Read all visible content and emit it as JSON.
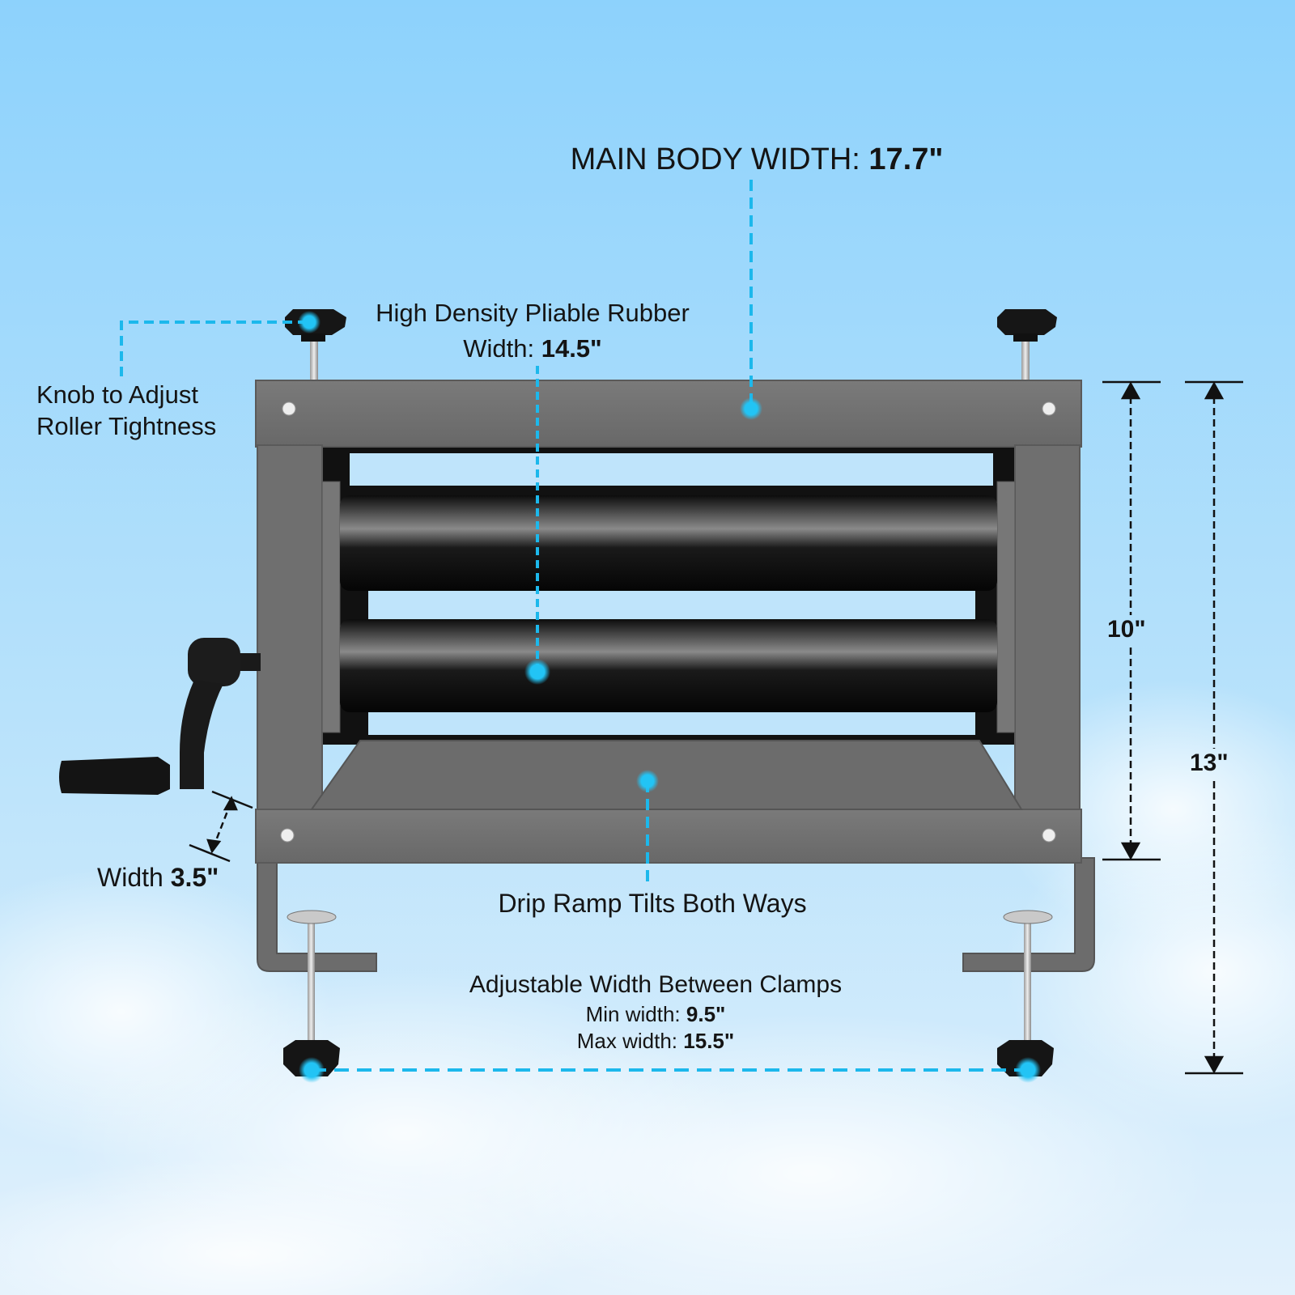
{
  "title": "Manual clothes wringer dimensions diagram",
  "colors": {
    "sky_top": "#8fd3fb",
    "sky_bottom": "#dcefff",
    "frame_gray": "#6e6e6e",
    "roller_black": "#121212",
    "callout_blue": "#1cb8ec",
    "dimension_black": "#111111"
  },
  "labels": {
    "main_body": {
      "text": "MAIN BODY WIDTH:",
      "value": "17.7\""
    },
    "rubber": {
      "line1": "High Density Pliable Rubber",
      "prefix": "Width:",
      "value": "14.5\""
    },
    "knob": {
      "line1": "Knob to Adjust",
      "line2": "Roller Tightness"
    },
    "depth": {
      "prefix": "Width",
      "value": "3.5\""
    },
    "drip_ramp": {
      "text": "Drip Ramp Tilts Both Ways"
    },
    "clamps": {
      "heading": "Adjustable Width Between Clamps",
      "min_prefix": "Min width:",
      "min_value": "9.5\"",
      "max_prefix": "Max width:",
      "max_value": "15.5\""
    },
    "height_body": "10\"",
    "height_total": "13\""
  },
  "parts": [
    "frame",
    "upper-roller",
    "lower-roller",
    "drip-ramp",
    "crank-handle",
    "tension-knob-left",
    "tension-knob-right",
    "table-clamp-left",
    "table-clamp-right"
  ]
}
